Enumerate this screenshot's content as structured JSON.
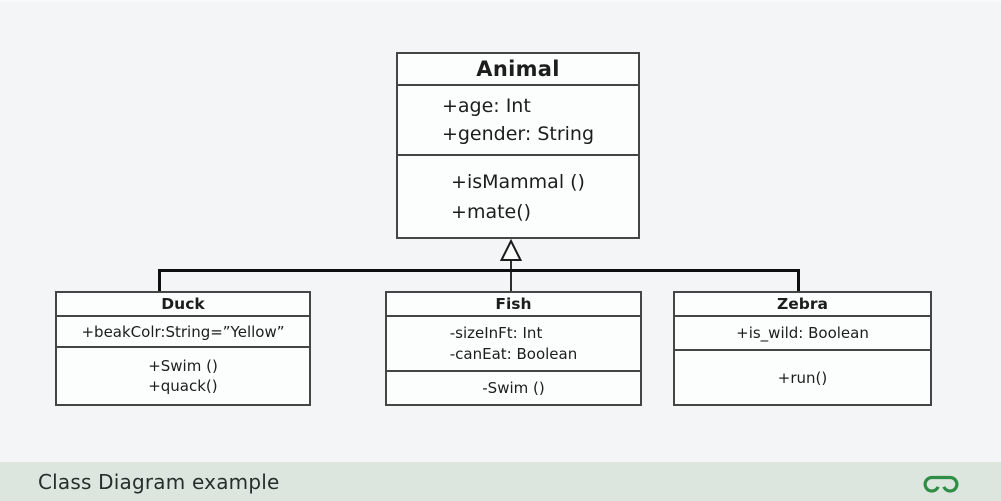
{
  "diagram": {
    "type": "uml-class-diagram",
    "classes": {
      "animal": {
        "name": "Animal",
        "attributes": [
          "+age: Int",
          "+gender: String"
        ],
        "methods": [
          "+isMammal ()",
          "+mate()"
        ]
      },
      "duck": {
        "name": "Duck",
        "attributes": [
          "+beakColr:String=”Yellow”"
        ],
        "methods": [
          "+Swim ()",
          "+quack()"
        ]
      },
      "fish": {
        "name": "Fish",
        "attributes": [
          "-sizeInFt: Int",
          "-canEat: Boolean"
        ],
        "methods": [
          "-Swim ()"
        ]
      },
      "zebra": {
        "name": "Zebra",
        "attributes": [
          "+is_wild: Boolean"
        ],
        "methods": [
          "+run()"
        ]
      }
    },
    "relationships": [
      {
        "type": "inheritance",
        "parent": "Animal",
        "children": [
          "Duck",
          "Fish",
          "Zebra"
        ]
      }
    ]
  },
  "footer": {
    "caption": "Class Diagram example",
    "logo": "geeksforgeeks-logo"
  },
  "colors": {
    "background": "#f3f5f6",
    "box_fill": "#fcfdfd",
    "border": "#454545",
    "connector": "#0f0f0f",
    "footer_bg": "#dde6de",
    "footer_text": "#24302a",
    "logo_green": "#2f8d46",
    "text": "#1d1d1d"
  }
}
